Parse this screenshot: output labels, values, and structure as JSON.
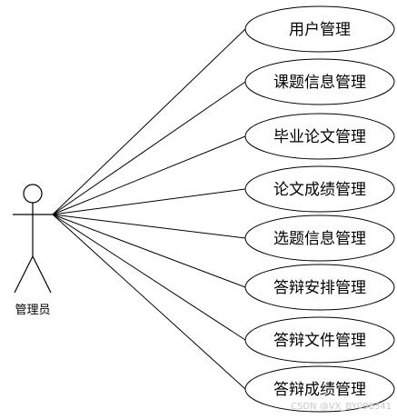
{
  "actor": {
    "label": "管理员"
  },
  "use_cases": [
    {
      "label": "用户管理"
    },
    {
      "label": "课题信息管理"
    },
    {
      "label": "毕业论文管理"
    },
    {
      "label": "论文成绩管理"
    },
    {
      "label": "选题信息管理"
    },
    {
      "label": "答辩安排管理"
    },
    {
      "label": "答辩文件管理"
    },
    {
      "label": "答辩成绩管理"
    }
  ],
  "watermark": "CSDN @VX_BY098341"
}
